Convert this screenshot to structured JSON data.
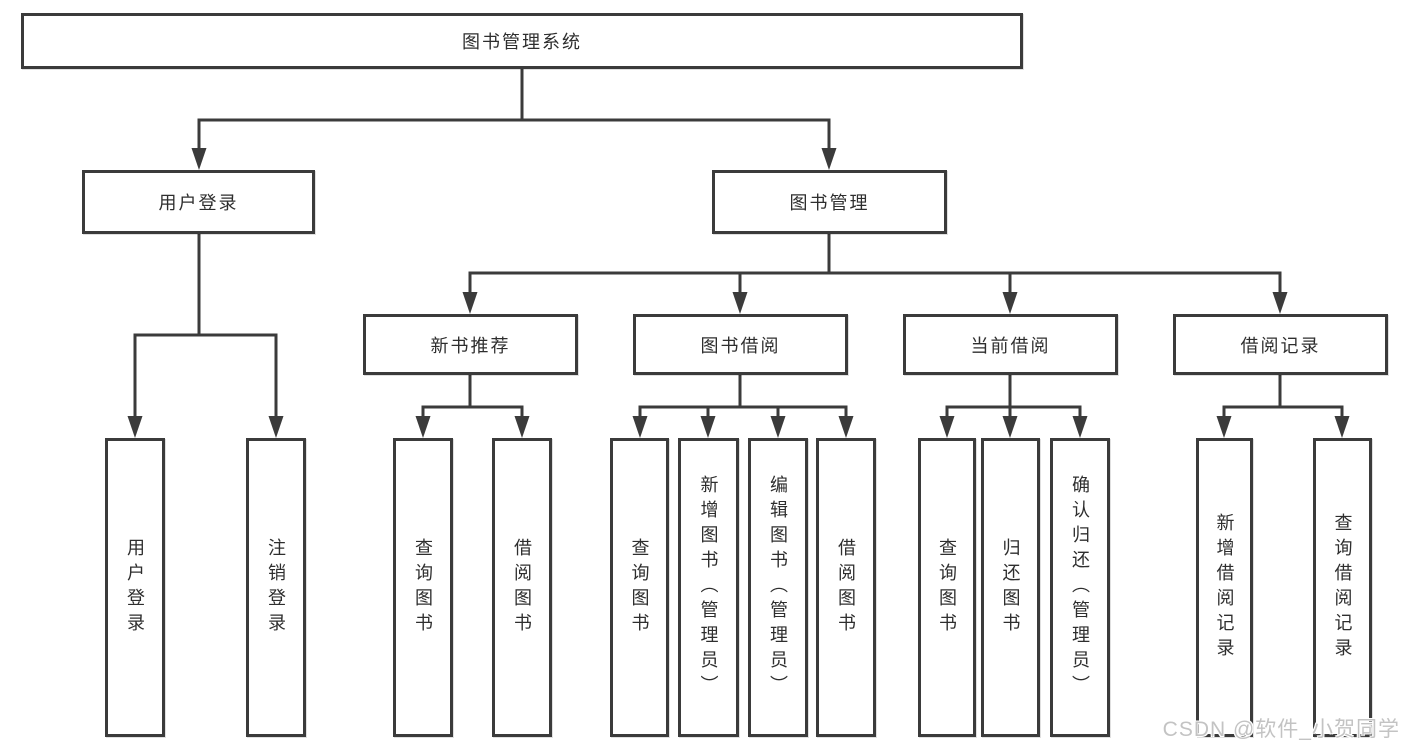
{
  "diagram": {
    "title": "图书管理系统",
    "branches": [
      {
        "label": "用户登录",
        "children": [
          {
            "label": "用户登录"
          },
          {
            "label": "注销登录"
          }
        ]
      },
      {
        "label": "图书管理",
        "children": [
          {
            "label": "新书推荐",
            "children": [
              {
                "label": "查询图书"
              },
              {
                "label": "借阅图书"
              }
            ]
          },
          {
            "label": "图书借阅",
            "children": [
              {
                "label": "查询图书"
              },
              {
                "label": "新增图书（管理员）"
              },
              {
                "label": "编辑图书（管理员）"
              },
              {
                "label": "借阅图书"
              }
            ]
          },
          {
            "label": "当前借阅",
            "children": [
              {
                "label": "查询图书"
              },
              {
                "label": "归还图书"
              },
              {
                "label": "确认归还（管理员）"
              }
            ]
          },
          {
            "label": "借阅记录",
            "children": [
              {
                "label": "新增借阅记录"
              },
              {
                "label": "查询借阅记录"
              }
            ]
          }
        ]
      }
    ],
    "colors": {
      "line": "#3b3b3b",
      "text": "#2e2e2e",
      "box_background": "#ffffff"
    }
  },
  "watermark": {
    "text": "CSDN @软件_小贺同学"
  }
}
